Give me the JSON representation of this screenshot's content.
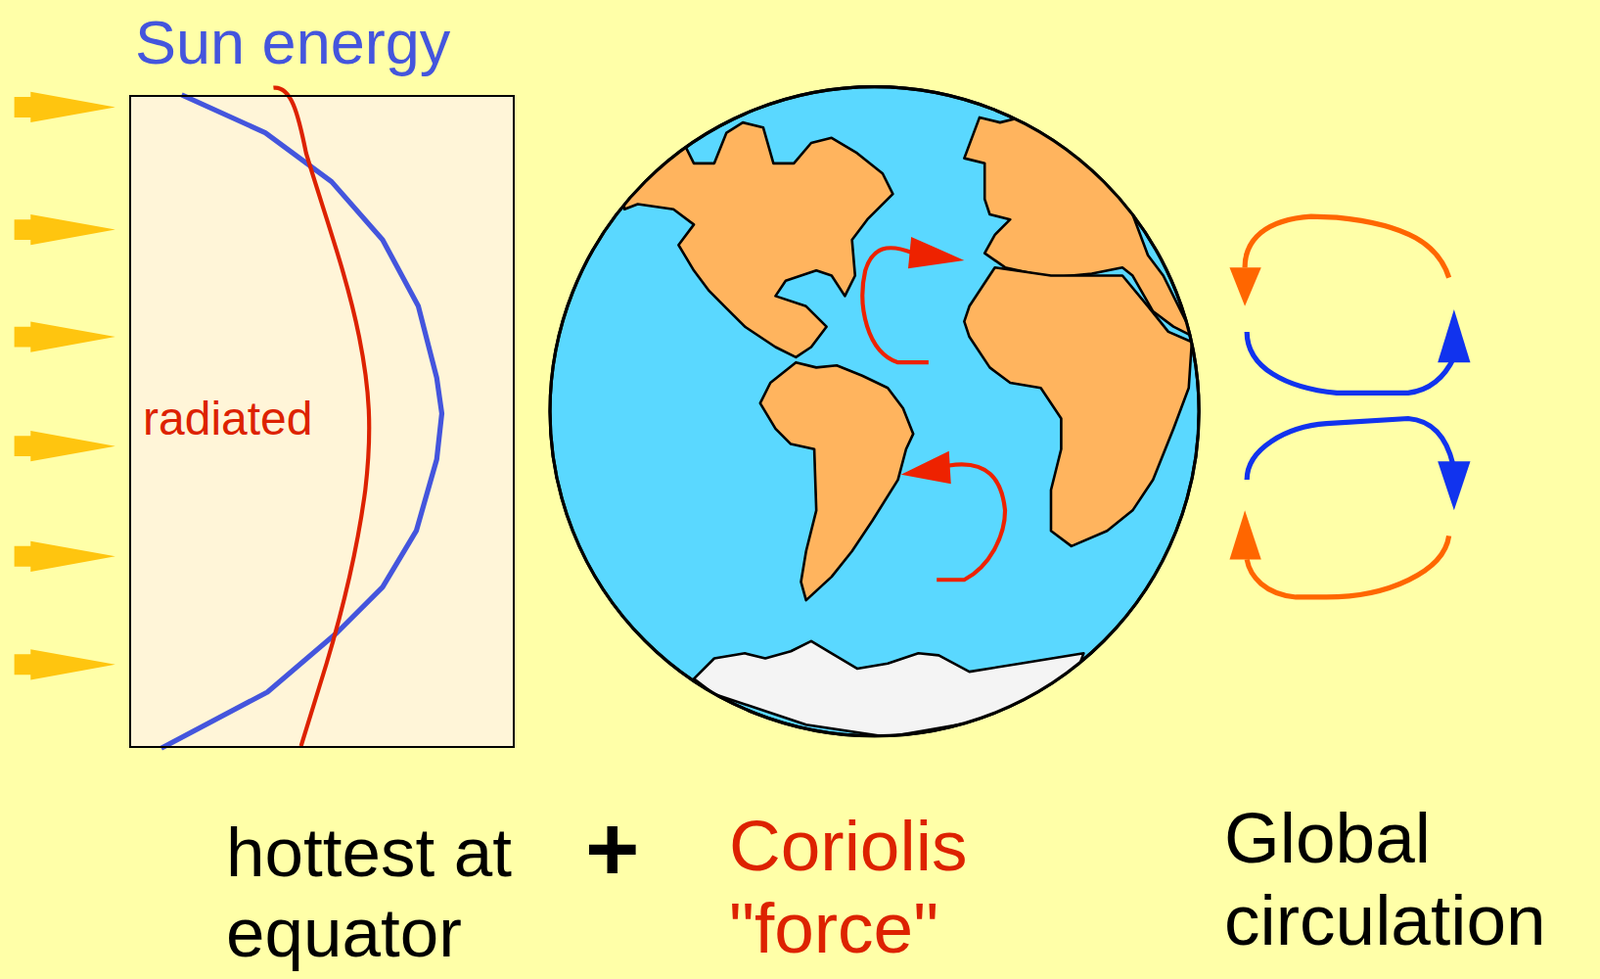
{
  "diagram": {
    "nodes": [
      {
        "text": [
          "Sun energy",
          "radiated"
        ]
      }
    ],
    "labels": [
      "hottest at equator",
      "+",
      "Coriolis \"force\"",
      "Global circulation"
    ]
  }
}
